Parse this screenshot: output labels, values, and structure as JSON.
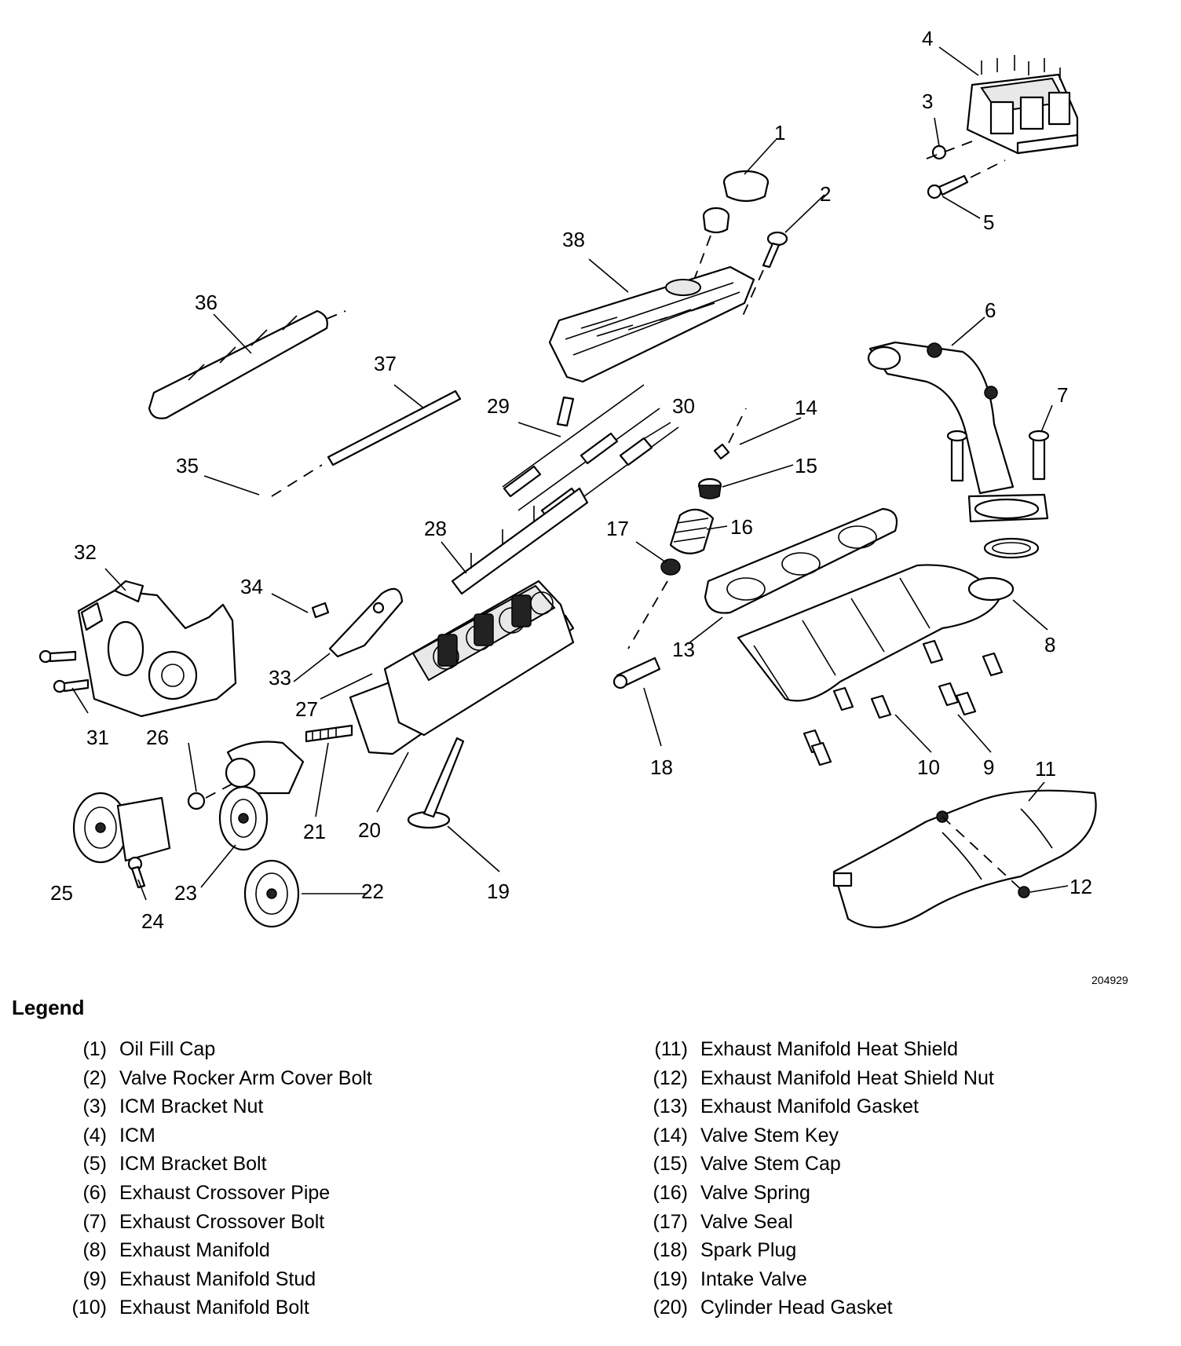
{
  "figure_id": "204929",
  "legend": {
    "title": "Legend",
    "left": [
      {
        "num": "(1)",
        "name": "Oil Fill Cap"
      },
      {
        "num": "(2)",
        "name": "Valve Rocker Arm Cover Bolt"
      },
      {
        "num": "(3)",
        "name": "ICM Bracket Nut"
      },
      {
        "num": "(4)",
        "name": "ICM"
      },
      {
        "num": "(5)",
        "name": "ICM Bracket Bolt"
      },
      {
        "num": "(6)",
        "name": "Exhaust Crossover Pipe"
      },
      {
        "num": "(7)",
        "name": "Exhaust Crossover Bolt"
      },
      {
        "num": "(8)",
        "name": "Exhaust Manifold"
      },
      {
        "num": "(9)",
        "name": "Exhaust Manifold Stud"
      },
      {
        "num": "(10)",
        "name": "Exhaust Manifold Bolt"
      }
    ],
    "right": [
      {
        "num": "(11)",
        "name": "Exhaust Manifold Heat Shield"
      },
      {
        "num": "(12)",
        "name": "Exhaust Manifold Heat Shield Nut"
      },
      {
        "num": "(13)",
        "name": "Exhaust Manifold Gasket"
      },
      {
        "num": "(14)",
        "name": "Valve Stem Key"
      },
      {
        "num": "(15)",
        "name": "Valve Stem Cap"
      },
      {
        "num": "(16)",
        "name": "Valve Spring"
      },
      {
        "num": "(17)",
        "name": "Valve Seal"
      },
      {
        "num": "(18)",
        "name": "Spark Plug"
      },
      {
        "num": "(19)",
        "name": "Intake Valve"
      },
      {
        "num": "(20)",
        "name": "Cylinder Head Gasket"
      }
    ]
  },
  "callouts": {
    "c1": "1",
    "c2": "2",
    "c3": "3",
    "c4": "4",
    "c5": "5",
    "c6": "6",
    "c7": "7",
    "c8": "8",
    "c9": "9",
    "c10": "10",
    "c11": "11",
    "c12": "12",
    "c13": "13",
    "c14": "14",
    "c15": "15",
    "c16": "16",
    "c17": "17",
    "c18": "18",
    "c19": "19",
    "c20": "20",
    "c21": "21",
    "c22": "22",
    "c23": "23",
    "c24": "24",
    "c25": "25",
    "c26": "26",
    "c27": "27",
    "c28": "28",
    "c29": "29",
    "c30": "30",
    "c31": "31",
    "c32": "32",
    "c33": "33",
    "c34": "34",
    "c35": "35",
    "c36": "36",
    "c37": "37",
    "c38": "38"
  }
}
